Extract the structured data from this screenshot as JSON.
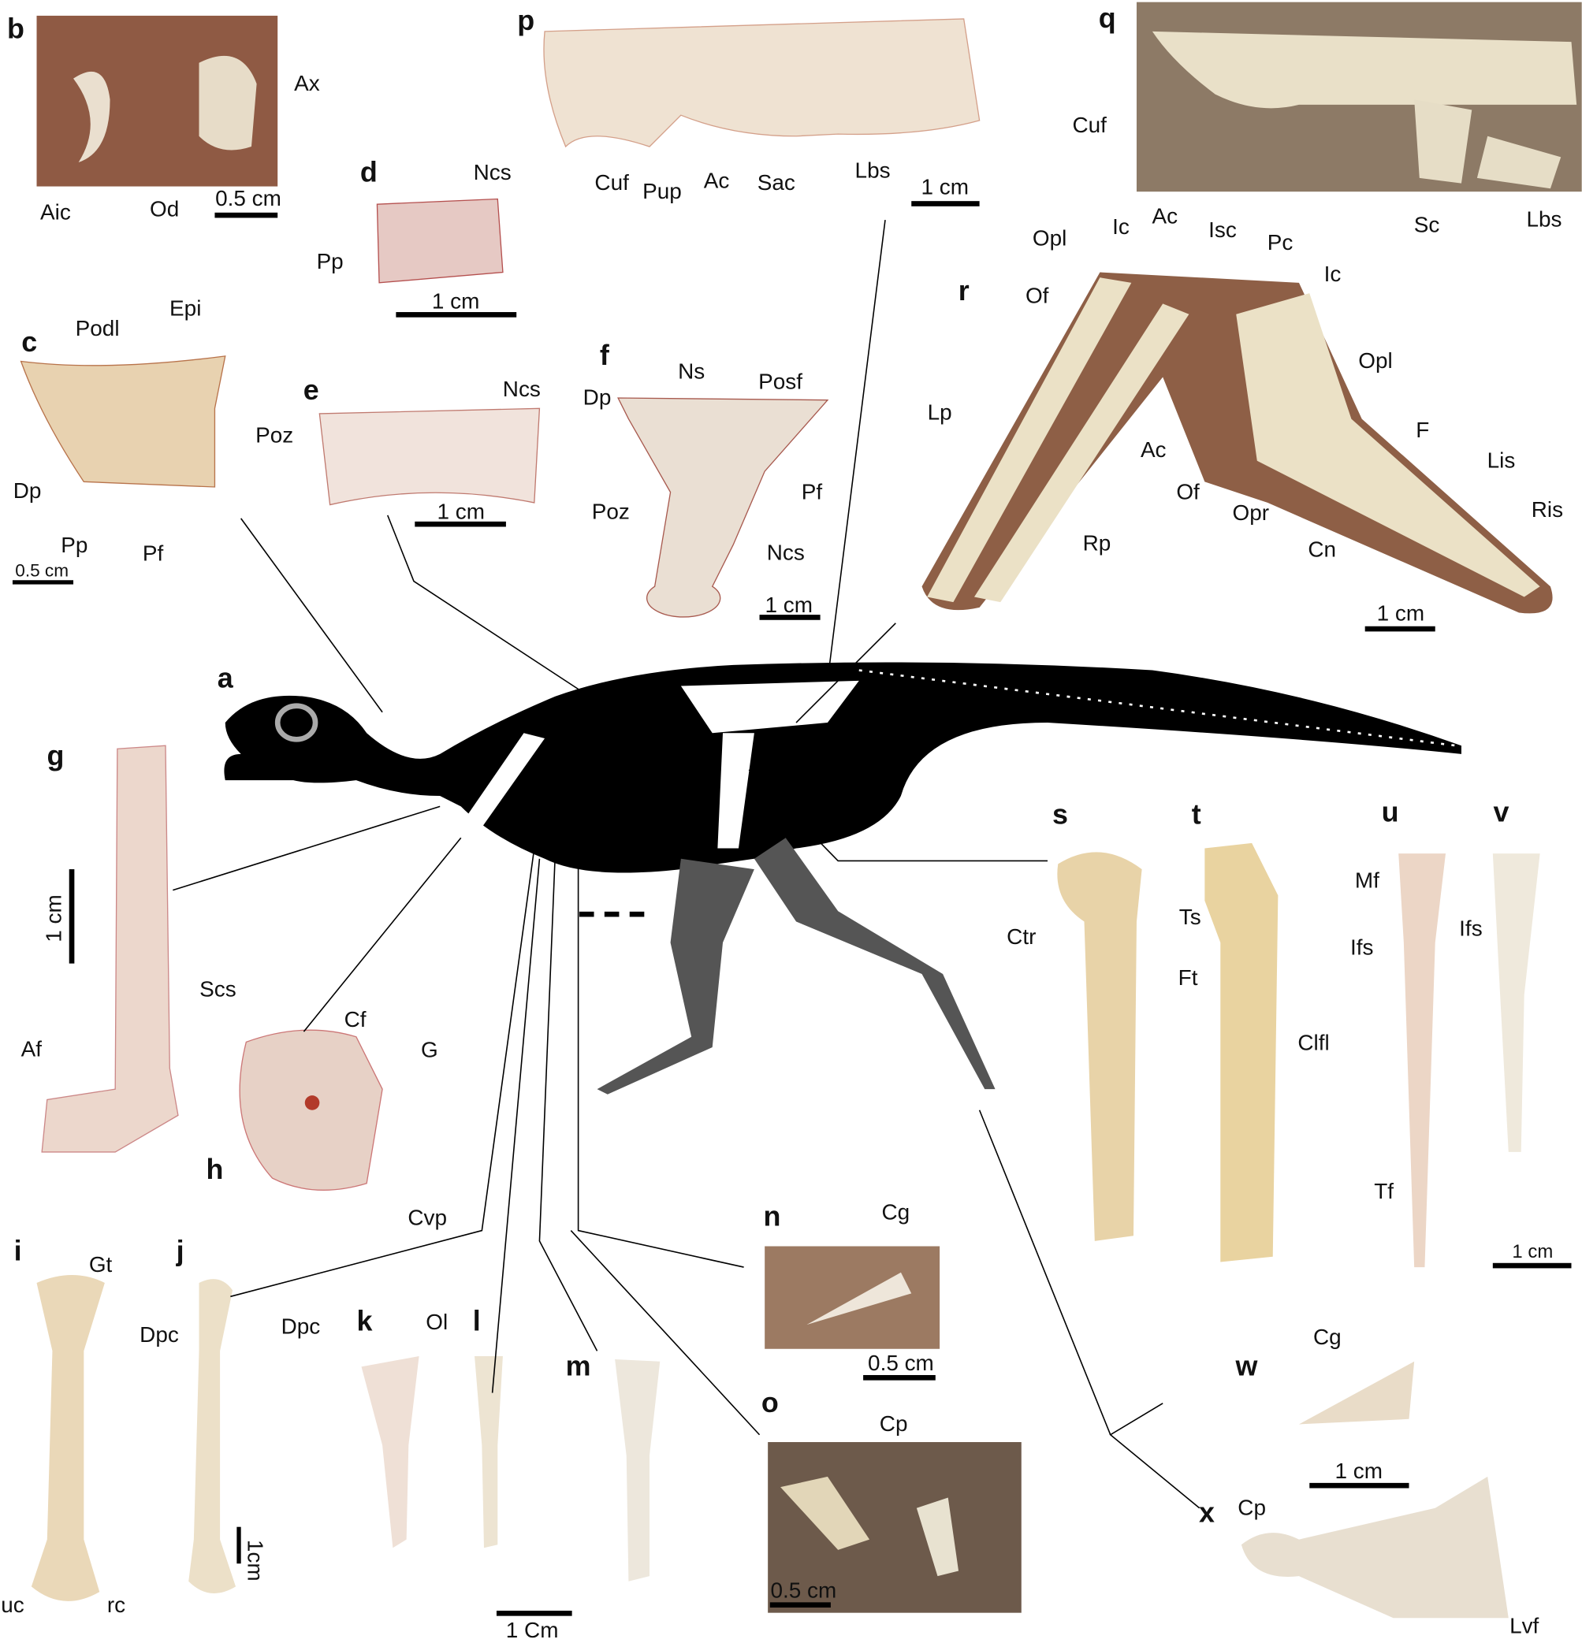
{
  "panels": {
    "a": {
      "letter": "a"
    },
    "b": {
      "letter": "b",
      "labels": [
        "Ax",
        "Aic",
        "Od"
      ],
      "scale": "0.5 cm"
    },
    "c": {
      "letter": "c",
      "labels": [
        "Epi",
        "Podl",
        "Poz",
        "Dp",
        "Pp",
        "Pf"
      ],
      "scale": "0.5 cm"
    },
    "d": {
      "letter": "d",
      "labels": [
        "Ncs",
        "Pp"
      ],
      "scale": "1 cm"
    },
    "e": {
      "letter": "e",
      "labels": [
        "Ncs"
      ],
      "scale": "1 cm"
    },
    "f": {
      "letter": "f",
      "labels": [
        "Ns",
        "Posf",
        "Dp",
        "Pf",
        "Poz",
        "Ncs"
      ],
      "scale": "1 cm"
    },
    "g": {
      "letter": "g",
      "labels": [
        "Scs",
        "Af"
      ],
      "scale": "1 cm"
    },
    "h": {
      "letter": "h",
      "labels": [
        "Cf",
        "G",
        "Cvp"
      ]
    },
    "i": {
      "letter": "i",
      "labels": [
        "Gt",
        "Dpc",
        "uc",
        "rc"
      ]
    },
    "j": {
      "letter": "j",
      "labels": [
        "Dpc"
      ],
      "scale": "1cm"
    },
    "k": {
      "letter": "k",
      "labels": [
        "Ol"
      ]
    },
    "l": {
      "letter": "l"
    },
    "m": {
      "letter": "m",
      "scale": "1 Cm"
    },
    "n": {
      "letter": "n",
      "labels": [
        "Cg"
      ],
      "scale": "0.5 cm"
    },
    "o": {
      "letter": "o",
      "labels": [
        "Cp"
      ],
      "scale": "0.5 cm"
    },
    "p": {
      "letter": "p",
      "labels": [
        "Cuf",
        "Pup",
        "Ac",
        "Sac",
        "Lbs"
      ],
      "scale": "1 cm"
    },
    "q": {
      "letter": "q",
      "labels": [
        "Cuf",
        "Sc",
        "Lbs"
      ]
    },
    "r": {
      "letter": "r",
      "labels": [
        "Opl",
        "Ic",
        "Ac",
        "Isc",
        "Pc",
        "Ic",
        "Of",
        "Opl",
        "Lp",
        "F",
        "Ac",
        "Lis",
        "Of",
        "Opr",
        "Rp",
        "Cn",
        "Ris"
      ],
      "scale": "1 cm"
    },
    "s": {
      "letter": "s",
      "labels": [
        "Ctr",
        "Ts"
      ]
    },
    "t": {
      "letter": "t",
      "labels": [
        "Ft",
        "Clfl"
      ]
    },
    "u": {
      "letter": "u",
      "labels": [
        "Mf",
        "Ifs",
        "Tf"
      ]
    },
    "v": {
      "letter": "v",
      "labels": [
        "Ifs"
      ],
      "scale": "1 cm"
    },
    "w": {
      "letter": "w",
      "labels": [
        "Cg"
      ],
      "scale": "1 cm"
    },
    "x": {
      "letter": "x",
      "labels": [
        "Cp",
        "Lvf"
      ]
    }
  },
  "colors": {
    "bone": "#e9dcc2",
    "bone_red": "#c98a7a",
    "matrix": "#8a5a42",
    "silhouette": "#000000",
    "limb_grey": "#777777"
  }
}
